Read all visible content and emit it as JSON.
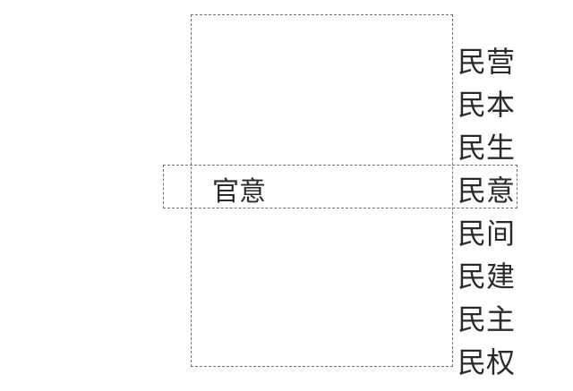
{
  "diagram": {
    "highlight_word": "官意",
    "column_words": [
      "民营",
      "民本",
      "民生",
      "民意",
      "民间",
      "民建",
      "民主",
      "民权"
    ]
  }
}
